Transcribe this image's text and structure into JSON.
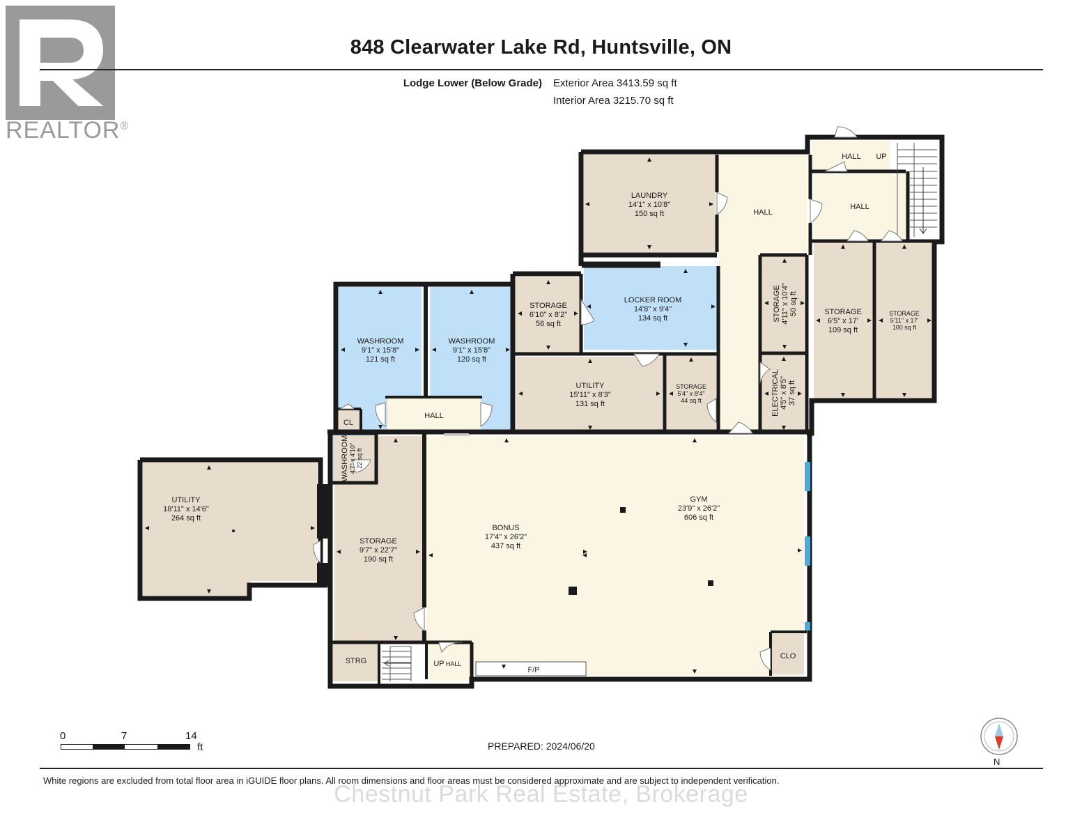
{
  "header": {
    "title": "848 Clearwater Lake Rd, Huntsville, ON",
    "floor_name": "Lodge Lower (Below Grade)",
    "exterior_area": "Exterior Area 3413.59 sq ft",
    "interior_area": "Interior Area 3215.70 sq ft"
  },
  "logo": {
    "letter": "R",
    "text": "REALTOR",
    "mark": "®"
  },
  "rooms": {
    "laundry": {
      "name": "LAUNDRY",
      "dims": "14'1\" x 10'8\"",
      "area": "150 sq ft"
    },
    "hall_main": {
      "name": "HALL"
    },
    "hall_top": {
      "name": "HALL",
      "up": "UP"
    },
    "hall_right": {
      "name": "HALL"
    },
    "storage_a": {
      "name": "STORAGE",
      "dims": "6'10\" x 8'2\"",
      "area": "56 sq ft"
    },
    "locker_room": {
      "name": "LOCKER ROOM",
      "dims": "14'8\" x 9'4\"",
      "area": "134 sq ft"
    },
    "storage_narrow": {
      "name": "STORAGE",
      "dims": "4'11\" x 10'4\"",
      "area": "50 sq ft"
    },
    "storage_b": {
      "name": "STORAGE",
      "dims": "6'5\" x 17'",
      "area": "109 sq ft"
    },
    "storage_c": {
      "name": "STORAGE",
      "dims": "5'11\" x 17'",
      "area": "100 sq ft"
    },
    "washroom_1": {
      "name": "WASHROOM",
      "dims": "9'1\" x 15'8\"",
      "area": "121 sq ft"
    },
    "washroom_2": {
      "name": "WASHROOM",
      "dims": "9'1\" x 15'8\"",
      "area": "120 sq ft"
    },
    "utility_mid": {
      "name": "UTILITY",
      "dims": "15'11\" x 8'3\"",
      "area": "131 sq ft"
    },
    "storage_small": {
      "name": "STORAGE",
      "dims": "5'4\" x 8'4\"",
      "area": "44 sq ft"
    },
    "electrical": {
      "name": "ELECTRICAL",
      "dims": "4'5\" x 8'5\"",
      "area": "37 sq ft"
    },
    "cl": {
      "name": "CL"
    },
    "hall_mid": {
      "name": "HALL"
    },
    "washroom_small": {
      "name": "WASHROOM",
      "dims": "4'7\" x 4'10\"",
      "area": "22 sq ft"
    },
    "utility_left": {
      "name": "UTILITY",
      "dims": "18'11\" x 14'6\"",
      "area": "264 sq ft"
    },
    "storage_long": {
      "name": "STORAGE",
      "dims": "9'7\" x 22'7\"",
      "area": "190 sq ft"
    },
    "bonus": {
      "name": "BONUS",
      "dims": "17'4\" x 26'2\"",
      "area": "437 sq ft"
    },
    "gym": {
      "name": "GYM",
      "dims": "23'9\" x 26'2\"",
      "area": "606 sq ft"
    },
    "strg": {
      "name": "STRG"
    },
    "up_hall": {
      "up": "UP",
      "name": "HALL"
    },
    "fp": {
      "name": "F/P"
    },
    "clo": {
      "name": "CLO"
    }
  },
  "scale": {
    "labels": [
      "0",
      "7",
      "14"
    ],
    "unit": "ft"
  },
  "prepared": "PREPARED: 2024/06/20",
  "disclaimer": "White regions are excluded from total floor area in iGUIDE floor plans. All room dimensions and floor areas must be considered approximate and are subject to independent verification.",
  "watermark": "Chestnut Park Real Estate, Brokerage",
  "compass": {
    "label": "N",
    "needle_color": "#e23a2a"
  },
  "colors": {
    "wall": "#1a1a1a",
    "beige": "#e8dccd",
    "blue": "#bfe0f7",
    "cream": "#fbf6e3",
    "window": "#4ea8d8"
  }
}
